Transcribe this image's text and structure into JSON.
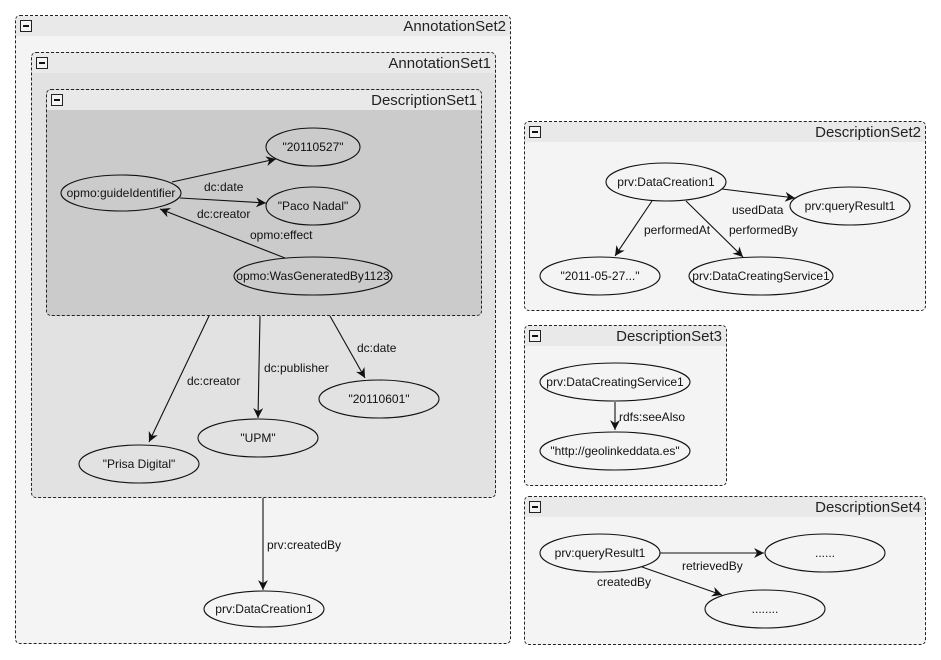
{
  "groups": {
    "annotation_set2": {
      "title": "AnnotationSet2"
    },
    "annotation_set1": {
      "title": "AnnotationSet1"
    },
    "description_set1": {
      "title": "DescriptionSet1"
    },
    "description_set2": {
      "title": "DescriptionSet2"
    },
    "description_set3": {
      "title": "DescriptionSet3"
    },
    "description_set4": {
      "title": "DescriptionSet4"
    }
  },
  "nodes": {
    "d1_date": "\"20110527\"",
    "d1_guide": "opmo:guideIdentifier",
    "d1_paco": "\"Paco Nadal\"",
    "d1_wgb": "opmo:WasGeneratedBy1123",
    "a1_prisa": "\"Prisa Digital\"",
    "a1_upm": "\"UPM\"",
    "a1_date": "\"20110601\"",
    "a2_dc": "prv:DataCreation1",
    "d2_dc": "prv:DataCreation1",
    "d2_qr": "prv:queryResult1",
    "d2_date": "\"2011-05-27...\"",
    "d2_dcs": "prv:DataCreatingService1",
    "d3_dcs": "prv:DataCreatingService1",
    "d3_url": "\"http://geolinkeddata.es\"",
    "d4_qr": "prv:queryResult1",
    "d4_r1": "......",
    "d4_r2": "........"
  },
  "edges": {
    "d1_date": "dc:date",
    "d1_creator": "dc:creator",
    "d1_effect": "opmo:effect",
    "a1_creator": "dc:creator",
    "a1_publisher": "dc:publisher",
    "a1_date": "dc:date",
    "a2_createdby": "prv:createdBy",
    "d2_useddata": "usedData",
    "d2_performedat": "performedAt",
    "d2_performedby": "performedBy",
    "d3_seealso": "rdfs:seeAlso",
    "d4_retrievedby": "retrievedBy",
    "d4_createdby": "createdBy"
  }
}
